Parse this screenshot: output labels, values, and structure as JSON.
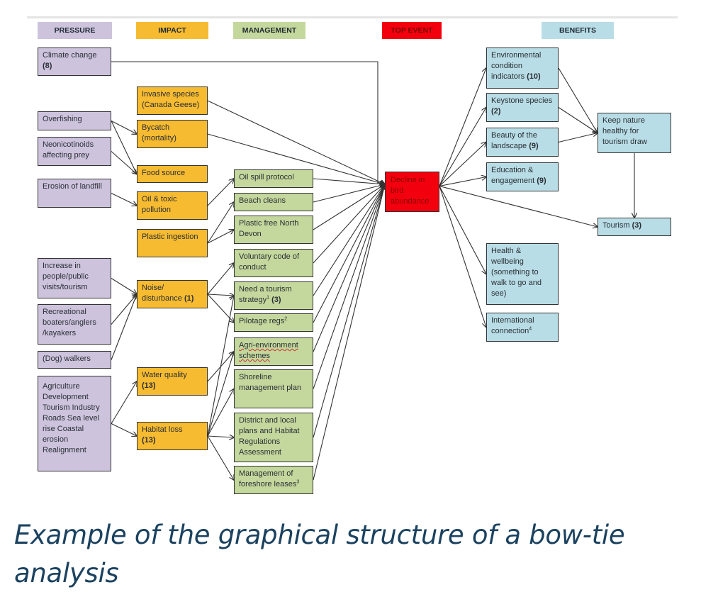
{
  "headers": {
    "pressure": "PRESSURE",
    "impact": "IMPACT",
    "management": "MANAGEMENT",
    "top_event": "TOP EVENT",
    "benefits": "BENEFITS"
  },
  "colors": {
    "pressure": "#cdc3dd",
    "impact": "#f7bb31",
    "management": "#c4d89d",
    "top_event": "#f2000e",
    "benefits": "#b9dde6",
    "caption": "#1b4260"
  },
  "pressures": [
    {
      "id": "p_climate",
      "text": "Climate change",
      "count": "(8)"
    },
    {
      "id": "p_overfishing",
      "text": "Overfishing",
      "count": ""
    },
    {
      "id": "p_neonic",
      "text": "Neonicotinoids affecting prey",
      "count": ""
    },
    {
      "id": "p_erosion",
      "text": "Erosion of landfill",
      "count": ""
    },
    {
      "id": "p_people",
      "text": "Increase in people/public visits/tourism",
      "count": ""
    },
    {
      "id": "p_recreational",
      "text": "Recreational boaters/anglers /kayakers",
      "count": ""
    },
    {
      "id": "p_dog",
      "text": "(Dog) walkers",
      "count": ""
    },
    {
      "id": "p_agri",
      "text": "Agriculture Development Tourism Industry Roads Sea level rise Coastal erosion Realignment",
      "count": ""
    }
  ],
  "impacts": [
    {
      "id": "i_invasive",
      "text": "Invasive species (Canada Geese)",
      "count": ""
    },
    {
      "id": "i_bycatch",
      "text": "Bycatch (mortality)",
      "count": ""
    },
    {
      "id": "i_food",
      "text": "Food source",
      "count": ""
    },
    {
      "id": "i_oil",
      "text": "Oil & toxic pollution",
      "count": ""
    },
    {
      "id": "i_plastic",
      "text": "Plastic ingestion",
      "count": ""
    },
    {
      "id": "i_noise",
      "text": "Noise/ disturbance",
      "count": "(1)"
    },
    {
      "id": "i_water",
      "text": "Water quality",
      "count": "(13)"
    },
    {
      "id": "i_habitat",
      "text": "Habitat loss",
      "count": "(13)"
    }
  ],
  "management": [
    {
      "id": "m_oilspill",
      "text": "Oil spill  protocol",
      "sup": "",
      "count": ""
    },
    {
      "id": "m_beach",
      "text": "Beach cleans",
      "sup": "",
      "count": ""
    },
    {
      "id": "m_plasticfree",
      "text": "Plastic free North Devon",
      "sup": "",
      "count": ""
    },
    {
      "id": "m_voluntary",
      "text": "Voluntary code of conduct",
      "sup": "",
      "count": ""
    },
    {
      "id": "m_tourism",
      "text": "Need a tourism strategy",
      "sup": "1",
      "count": "(3)"
    },
    {
      "id": "m_pilotage",
      "text": "Pilotage regs",
      "sup": "2",
      "count": ""
    },
    {
      "id": "m_agrienv",
      "text": "Agri-environment schemes",
      "sup": "",
      "count": ""
    },
    {
      "id": "m_shoreline",
      "text": "Shoreline management plan",
      "sup": "",
      "count": ""
    },
    {
      "id": "m_district",
      "text": "District and local plans and Habitat Regulations Assessment",
      "sup": "",
      "count": ""
    },
    {
      "id": "m_foreshore",
      "text": "Management of foreshore leases",
      "sup": "3",
      "count": ""
    }
  ],
  "top_event": {
    "id": "top",
    "text": "Decline in bird abundance"
  },
  "benefits": [
    {
      "id": "b_env",
      "text": "Environmental condition indicators",
      "sup": "",
      "count": "(10)"
    },
    {
      "id": "b_keystone",
      "text": "Keystone species",
      "sup": "",
      "count": "(2)"
    },
    {
      "id": "b_beauty",
      "text": "Beauty of the landscape",
      "sup": "",
      "count": "(9)"
    },
    {
      "id": "b_education",
      "text": "Education & engagement",
      "sup": "",
      "count": "(9)"
    },
    {
      "id": "b_health",
      "text": "Health & wellbeing (something to walk to go and see)",
      "sup": "",
      "count": ""
    },
    {
      "id": "b_international",
      "text": "International connection",
      "sup": "4",
      "count": ""
    },
    {
      "id": "b_keepnature",
      "text": "Keep nature healthy for tourism draw",
      "sup": "",
      "count": ""
    },
    {
      "id": "b_tourism",
      "text": "Tourism",
      "sup": "",
      "count": "(3)"
    }
  ],
  "edges": [
    [
      "p_climate",
      "top"
    ],
    [
      "p_overfishing",
      "i_bycatch"
    ],
    [
      "p_overfishing",
      "i_food"
    ],
    [
      "p_neonic",
      "i_food"
    ],
    [
      "p_erosion",
      "i_oil"
    ],
    [
      "p_people",
      "i_noise"
    ],
    [
      "p_recreational",
      "i_noise"
    ],
    [
      "p_dog",
      "i_noise"
    ],
    [
      "p_agri",
      "i_water"
    ],
    [
      "p_agri",
      "i_habitat"
    ],
    [
      "i_invasive",
      "top"
    ],
    [
      "i_bycatch",
      "top"
    ],
    [
      "i_oil",
      "m_oilspill"
    ],
    [
      "i_plastic",
      "m_beach"
    ],
    [
      "i_plastic",
      "m_plasticfree"
    ],
    [
      "i_noise",
      "m_voluntary"
    ],
    [
      "i_noise",
      "m_tourism"
    ],
    [
      "i_noise",
      "m_pilotage"
    ],
    [
      "i_water",
      "m_agrienv"
    ],
    [
      "i_habitat",
      "m_tourism"
    ],
    [
      "i_habitat",
      "m_agrienv"
    ],
    [
      "i_habitat",
      "m_shoreline"
    ],
    [
      "i_habitat",
      "m_district"
    ],
    [
      "i_habitat",
      "m_foreshore"
    ],
    [
      "m_oilspill",
      "top"
    ],
    [
      "m_beach",
      "top"
    ],
    [
      "m_plasticfree",
      "top"
    ],
    [
      "m_voluntary",
      "top"
    ],
    [
      "m_tourism",
      "top"
    ],
    [
      "m_pilotage",
      "top"
    ],
    [
      "m_agrienv",
      "top"
    ],
    [
      "m_shoreline",
      "top"
    ],
    [
      "m_district",
      "top"
    ],
    [
      "m_foreshore",
      "top"
    ],
    [
      "top",
      "b_env"
    ],
    [
      "top",
      "b_keystone"
    ],
    [
      "top",
      "b_beauty"
    ],
    [
      "top",
      "b_education"
    ],
    [
      "top",
      "b_tourism"
    ],
    [
      "top",
      "b_health"
    ],
    [
      "top",
      "b_international"
    ],
    [
      "b_env",
      "b_keepnature"
    ],
    [
      "b_keystone",
      "b_keepnature"
    ],
    [
      "b_beauty",
      "b_keepnature"
    ],
    [
      "b_keepnature",
      "b_tourism"
    ]
  ],
  "caption": "Example of the graphical structure of a bow-tie analysis"
}
